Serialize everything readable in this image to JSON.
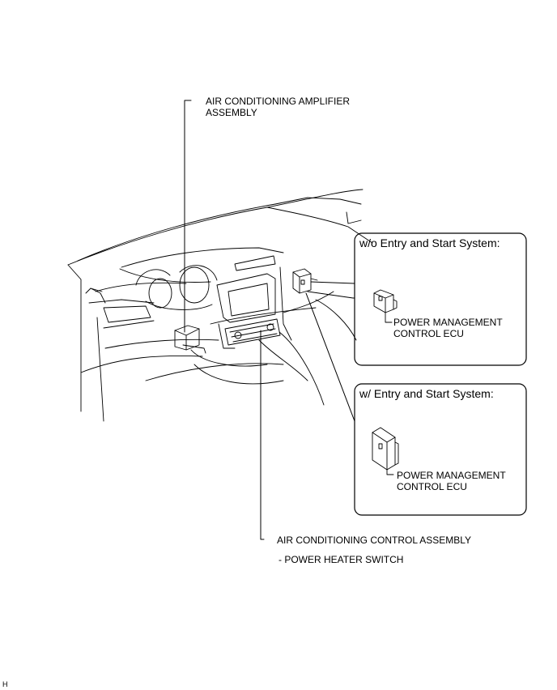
{
  "labels": {
    "ac_amplifier_line1": "AIR CONDITIONING AMPLIFIER",
    "ac_amplifier_line2": "ASSEMBLY",
    "ac_control_assembly": "AIR CONDITIONING CONTROL ASSEMBLY",
    "power_heater_switch": "- POWER HEATER SWITCH"
  },
  "boxes": [
    {
      "title": "w/o Entry and Start System:",
      "ecu_line1": "POWER MANAGEMENT",
      "ecu_line2": "CONTROL ECU"
    },
    {
      "title": "w/ Entry and Start System:",
      "ecu_line1": "POWER MANAGEMENT",
      "ecu_line2": "CONTROL ECU"
    }
  ],
  "footer": {
    "code": "H"
  },
  "colors": {
    "line": "#000000",
    "background": "#ffffff"
  }
}
